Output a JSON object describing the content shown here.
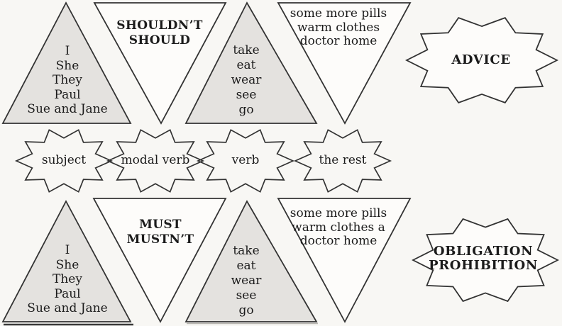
{
  "palette": {
    "background": "#f8f7f4",
    "paper": "#fdfcfa",
    "shaded_fill": "#e4e2df",
    "outline": "#333333",
    "ink": "#1b1b1b"
  },
  "top_row": {
    "subject_triangle": {
      "lines": [
        "I",
        "She",
        "They",
        "Paul",
        "Sue and Jane"
      ]
    },
    "modal_triangle": {
      "lines": [
        "SHOULDN’T",
        "SHOULD"
      ]
    },
    "verb_triangle": {
      "lines": [
        "take",
        "eat",
        "wear",
        "see",
        "go"
      ]
    },
    "rest_triangle": {
      "lines": [
        "some more pills",
        "warm clothes",
        "doctor home"
      ]
    },
    "category_burst": {
      "label": "ADVICE"
    }
  },
  "middle_row": {
    "bursts": [
      {
        "label": "subject"
      },
      {
        "label": "modal verb"
      },
      {
        "label": "verb"
      },
      {
        "label": "the rest"
      }
    ]
  },
  "bottom_row": {
    "subject_triangle": {
      "lines": [
        "I",
        "She",
        "They",
        "Paul",
        "Sue and Jane"
      ]
    },
    "modal_triangle": {
      "lines": [
        "MUST",
        "MUSTN’T"
      ]
    },
    "verb_triangle": {
      "lines": [
        "take",
        "eat",
        "wear",
        "see",
        "go"
      ]
    },
    "rest_triangle": {
      "lines": [
        "some more pills",
        "warm clothes a",
        "doctor home"
      ]
    },
    "category_burst": {
      "lines": [
        "OBLIGATION",
        "PROHIBITION"
      ]
    }
  }
}
